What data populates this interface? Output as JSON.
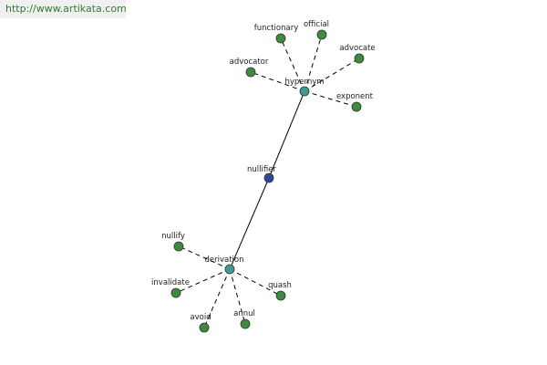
{
  "watermark": "http://www.artikata.com",
  "colors": {
    "center": "#34449a",
    "relation": "#3f9a8f",
    "leaf": "#3f8a3f"
  },
  "nodes": {
    "nullifier": {
      "label": "nullifier",
      "kind": "center"
    },
    "hypernym": {
      "label": "hypernym",
      "kind": "relation"
    },
    "derivation": {
      "label": "derivation",
      "kind": "relation"
    },
    "functionary": {
      "label": "functionary",
      "kind": "leaf"
    },
    "official": {
      "label": "official",
      "kind": "leaf"
    },
    "advocate": {
      "label": "advocate",
      "kind": "leaf"
    },
    "advocator": {
      "label": "advocator",
      "kind": "leaf"
    },
    "exponent": {
      "label": "exponent",
      "kind": "leaf"
    },
    "nullify": {
      "label": "nullify",
      "kind": "leaf"
    },
    "invalidate": {
      "label": "invalidate",
      "kind": "leaf"
    },
    "avoid": {
      "label": "avoid",
      "kind": "leaf"
    },
    "annul": {
      "label": "annul",
      "kind": "leaf"
    },
    "quash": {
      "label": "quash",
      "kind": "leaf"
    }
  },
  "edges": [
    {
      "from": "nullifier",
      "to": "hypernym",
      "style": "solid"
    },
    {
      "from": "nullifier",
      "to": "derivation",
      "style": "solid"
    },
    {
      "from": "hypernym",
      "to": "functionary",
      "style": "dashed"
    },
    {
      "from": "hypernym",
      "to": "official",
      "style": "dashed"
    },
    {
      "from": "hypernym",
      "to": "advocate",
      "style": "dashed"
    },
    {
      "from": "hypernym",
      "to": "advocator",
      "style": "dashed"
    },
    {
      "from": "hypernym",
      "to": "exponent",
      "style": "dashed"
    },
    {
      "from": "derivation",
      "to": "nullify",
      "style": "dashed"
    },
    {
      "from": "derivation",
      "to": "invalidate",
      "style": "dashed"
    },
    {
      "from": "derivation",
      "to": "avoid",
      "style": "dashed"
    },
    {
      "from": "derivation",
      "to": "annul",
      "style": "dashed"
    },
    {
      "from": "derivation",
      "to": "quash",
      "style": "dashed"
    }
  ]
}
